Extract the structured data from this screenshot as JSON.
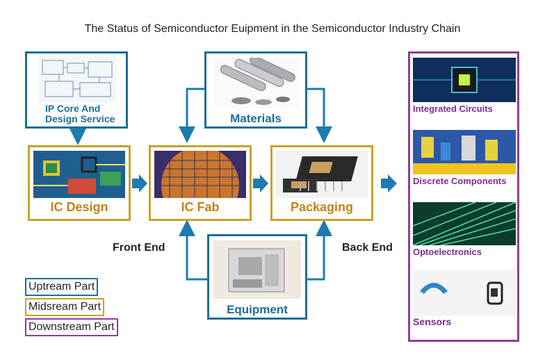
{
  "title": "The Status of Semiconductor Euipment in the Semiconductor Industry Chain",
  "nodes": {
    "ip_core": "IP Core And\nDesign Service",
    "materials": "Materials",
    "ic_design": "IC Design",
    "ic_fab": "IC Fab",
    "packaging": "Packaging",
    "equipment": "Equipment"
  },
  "downstream": {
    "items": [
      "Integrated Circuits",
      "Discrete Components",
      "Optoelectronics",
      "Sensors"
    ]
  },
  "sides": {
    "front_end": "Front End",
    "back_end": "Back End"
  },
  "legend": {
    "upstream": "Uptream Part",
    "midstream": "Midsream Part",
    "downstream": "Downstream Part"
  },
  "colors": {
    "upstream": "#1d6e95",
    "midstream": "#c9a227",
    "downstream": "#8a3f9a",
    "arrow": "#1d7bb0"
  }
}
